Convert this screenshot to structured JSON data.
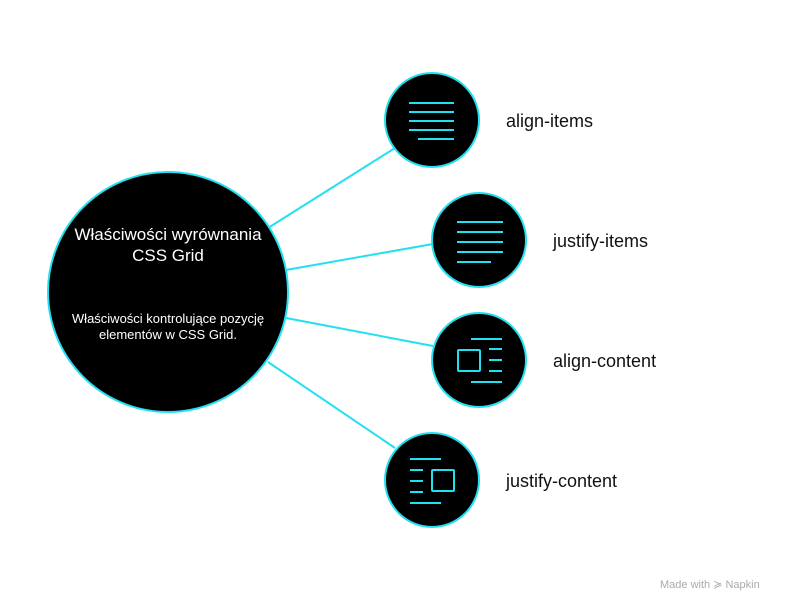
{
  "center": {
    "title": "Właściwości wyrównania CSS Grid",
    "description": "Właściwości kontrolujące pozycję elementów w CSS Grid."
  },
  "branches": [
    {
      "label": "align-items",
      "icon": "align-lines-right-icon"
    },
    {
      "label": "justify-items",
      "icon": "justify-lines-left-icon"
    },
    {
      "label": "align-content",
      "icon": "box-left-lines-icon"
    },
    {
      "label": "justify-content",
      "icon": "lines-left-box-icon"
    }
  ],
  "footer": {
    "text": "Made with",
    "brand": "Napkin"
  },
  "colors": {
    "accent": "#22e0f0",
    "node": "#000000"
  }
}
